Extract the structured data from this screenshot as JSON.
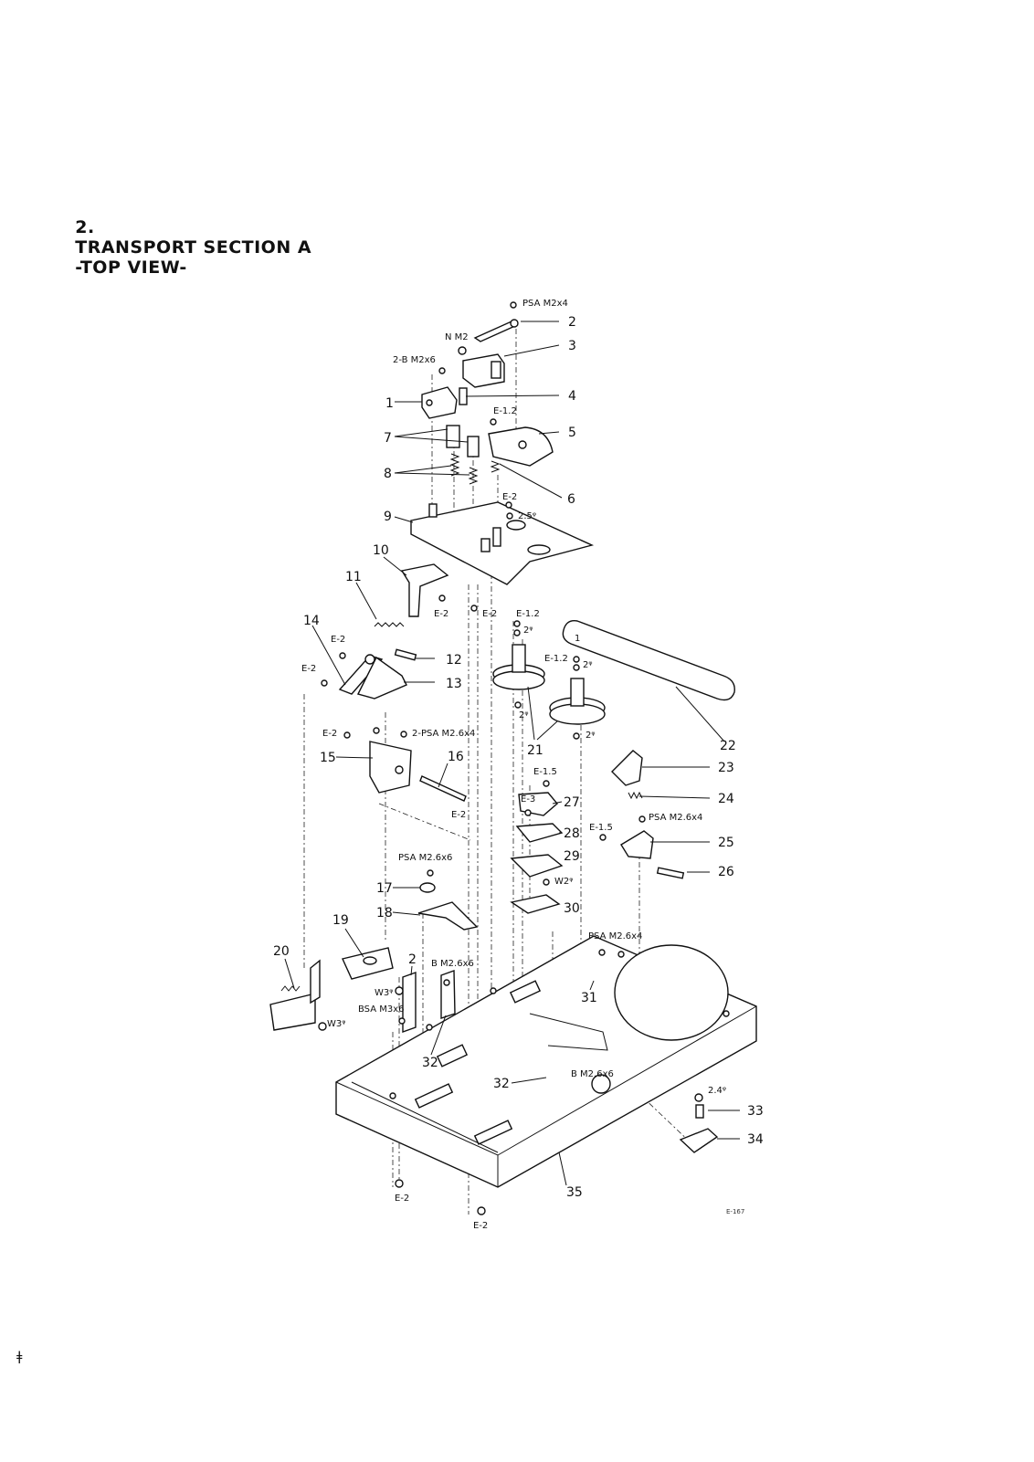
{
  "page": {
    "section_number": "2.",
    "section_title": "TRANSPORT SECTION A",
    "view": "-TOP VIEW-",
    "drawing_code": "E-167",
    "footer_mark": "ǂ"
  },
  "diagram": {
    "part_labels": [
      "1",
      "2",
      "3",
      "4",
      "5",
      "6",
      "7",
      "8",
      "9",
      "10",
      "11",
      "12",
      "13",
      "14",
      "15",
      "16",
      "17",
      "18",
      "19",
      "20",
      "21",
      "22",
      "23",
      "24",
      "25",
      "26",
      "27",
      "28",
      "29",
      "30",
      "31",
      "32",
      "33",
      "34",
      "35"
    ],
    "hardware_labels": {
      "psa_m2x4": "PSA M2x4",
      "nm2": "N M2",
      "b_m2x6_2": "2-B M2x6",
      "e12_a": "E-1.2",
      "e2_a": "E-2",
      "washer_25": "2.5ᵠ",
      "e2_b": "E-2",
      "e2_c": "E-2",
      "e2_d": "E-2",
      "e2_e": "E-2",
      "e12_b": "E-1.2",
      "w2_a": "2ᵠ",
      "e12_c": "E-1.2",
      "w2_b": "2ᵠ",
      "w2_c": "2ᵠ",
      "w2_d": "2ᵠ",
      "belt_no": "1",
      "e2_f": "E-2",
      "psa_m26x4_2": "2-PSA M2.6x4",
      "e2_g": "E-2",
      "e15_a": "E-1.5",
      "e3": "E-3",
      "psa_m26x4_a": "PSA M2.6x4",
      "e15_b": "E-1.5",
      "psa_m26x6": "PSA M2.6x6",
      "w2_e": "W2ᵠ",
      "psa_m26x4_b": "PSA M2.6x4",
      "b_m26x6_a": "B M2.6x6",
      "w3_a": "W3ᵠ",
      "bsa_m3x6": "BSA M3x6",
      "w3_b": "W3ᵠ",
      "b_m26x6_b": "B M2.6x6",
      "w24": "2.4ᵠ",
      "e2_h": "E-2",
      "e2_i": "E-2"
    }
  }
}
